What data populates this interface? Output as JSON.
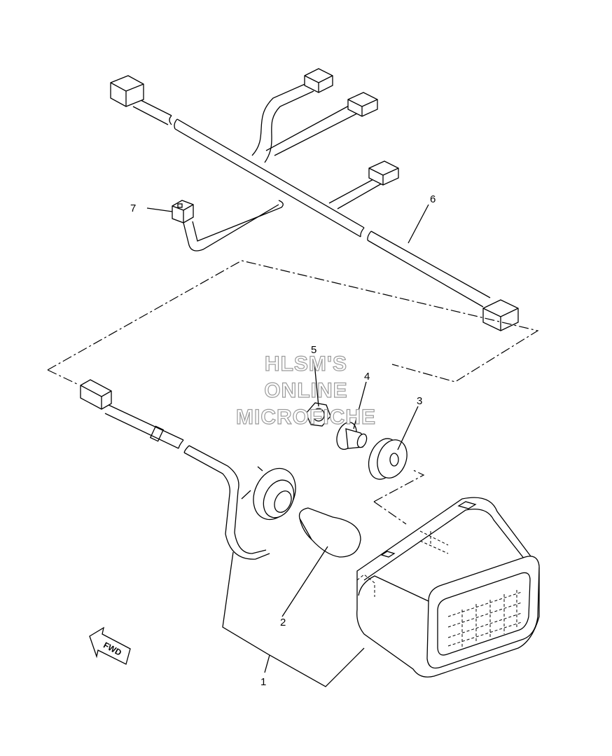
{
  "watermark": {
    "line1": "HLSM'S",
    "line2": "ONLINE",
    "line3": "MICROFICHE"
  },
  "fwd_label": "FWD",
  "callouts": [
    {
      "number": "1",
      "part": "tail-light-assembly"
    },
    {
      "number": "2",
      "part": "bulb"
    },
    {
      "number": "3",
      "part": "grommet"
    },
    {
      "number": "4",
      "part": "collar"
    },
    {
      "number": "5",
      "part": "nut"
    },
    {
      "number": "6",
      "part": "wire-harness"
    },
    {
      "number": "7",
      "part": "lead-wire"
    }
  ]
}
